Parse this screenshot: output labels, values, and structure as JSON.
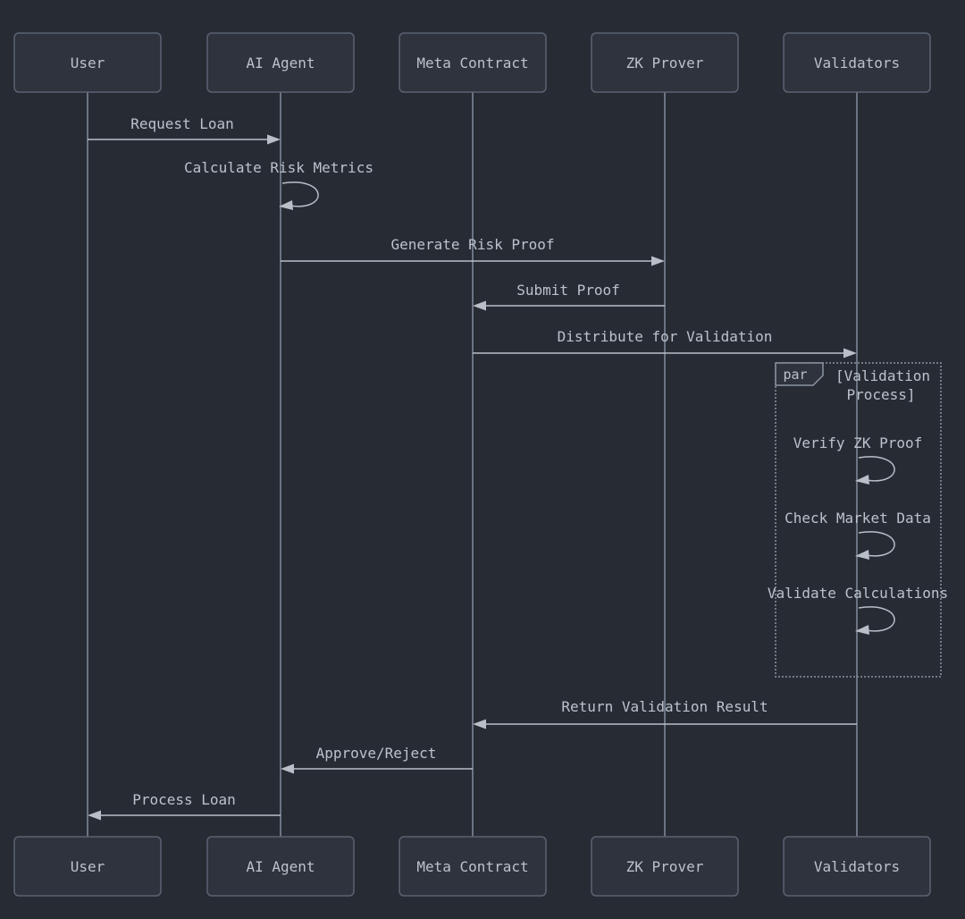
{
  "diagram": {
    "type": "sequence-diagram",
    "participants": [
      {
        "name": "User"
      },
      {
        "name": "AI Agent"
      },
      {
        "name": "Meta Contract"
      },
      {
        "name": "ZK Prover"
      },
      {
        "name": "Validators"
      }
    ],
    "messages": [
      {
        "from": "User",
        "to": "AI Agent",
        "label": "Request Loan",
        "kind": "solid-arrow"
      },
      {
        "from": "AI Agent",
        "to": "AI Agent",
        "label": "Calculate Risk Metrics",
        "kind": "self-loop"
      },
      {
        "from": "AI Agent",
        "to": "ZK Prover",
        "label": "Generate Risk Proof",
        "kind": "solid-arrow"
      },
      {
        "from": "ZK Prover",
        "to": "Meta Contract",
        "label": "Submit Proof",
        "kind": "solid-arrow"
      },
      {
        "from": "Meta Contract",
        "to": "Validators",
        "label": "Distribute for Validation",
        "kind": "solid-arrow"
      },
      {
        "from": "Validators",
        "to": "Validators",
        "label": "Verify ZK Proof",
        "kind": "self-loop",
        "in_frame": "par"
      },
      {
        "from": "Validators",
        "to": "Validators",
        "label": "Check Market Data",
        "kind": "self-loop",
        "in_frame": "par"
      },
      {
        "from": "Validators",
        "to": "Validators",
        "label": "Validate Calculations",
        "kind": "self-loop",
        "in_frame": "par"
      },
      {
        "from": "Validators",
        "to": "Meta Contract",
        "label": "Return Validation Result",
        "kind": "solid-arrow"
      },
      {
        "from": "Meta Contract",
        "to": "AI Agent",
        "label": "Approve/Reject",
        "kind": "solid-arrow"
      },
      {
        "from": "AI Agent",
        "to": "User",
        "label": "Process Loan",
        "kind": "solid-arrow"
      }
    ],
    "par_block": {
      "keyword": "par",
      "label": "[Validation Process]",
      "label_line1": "[Validation",
      "label_line2": "Process]"
    },
    "colors": {
      "background": "#272c34",
      "actor_fill": "#2e333d",
      "actor_border": "#5a6271",
      "text": "#bcc2cc",
      "lifeline": "#6b7482",
      "signal": "#b9bfc9",
      "frame_border": "#8b93a1"
    }
  }
}
